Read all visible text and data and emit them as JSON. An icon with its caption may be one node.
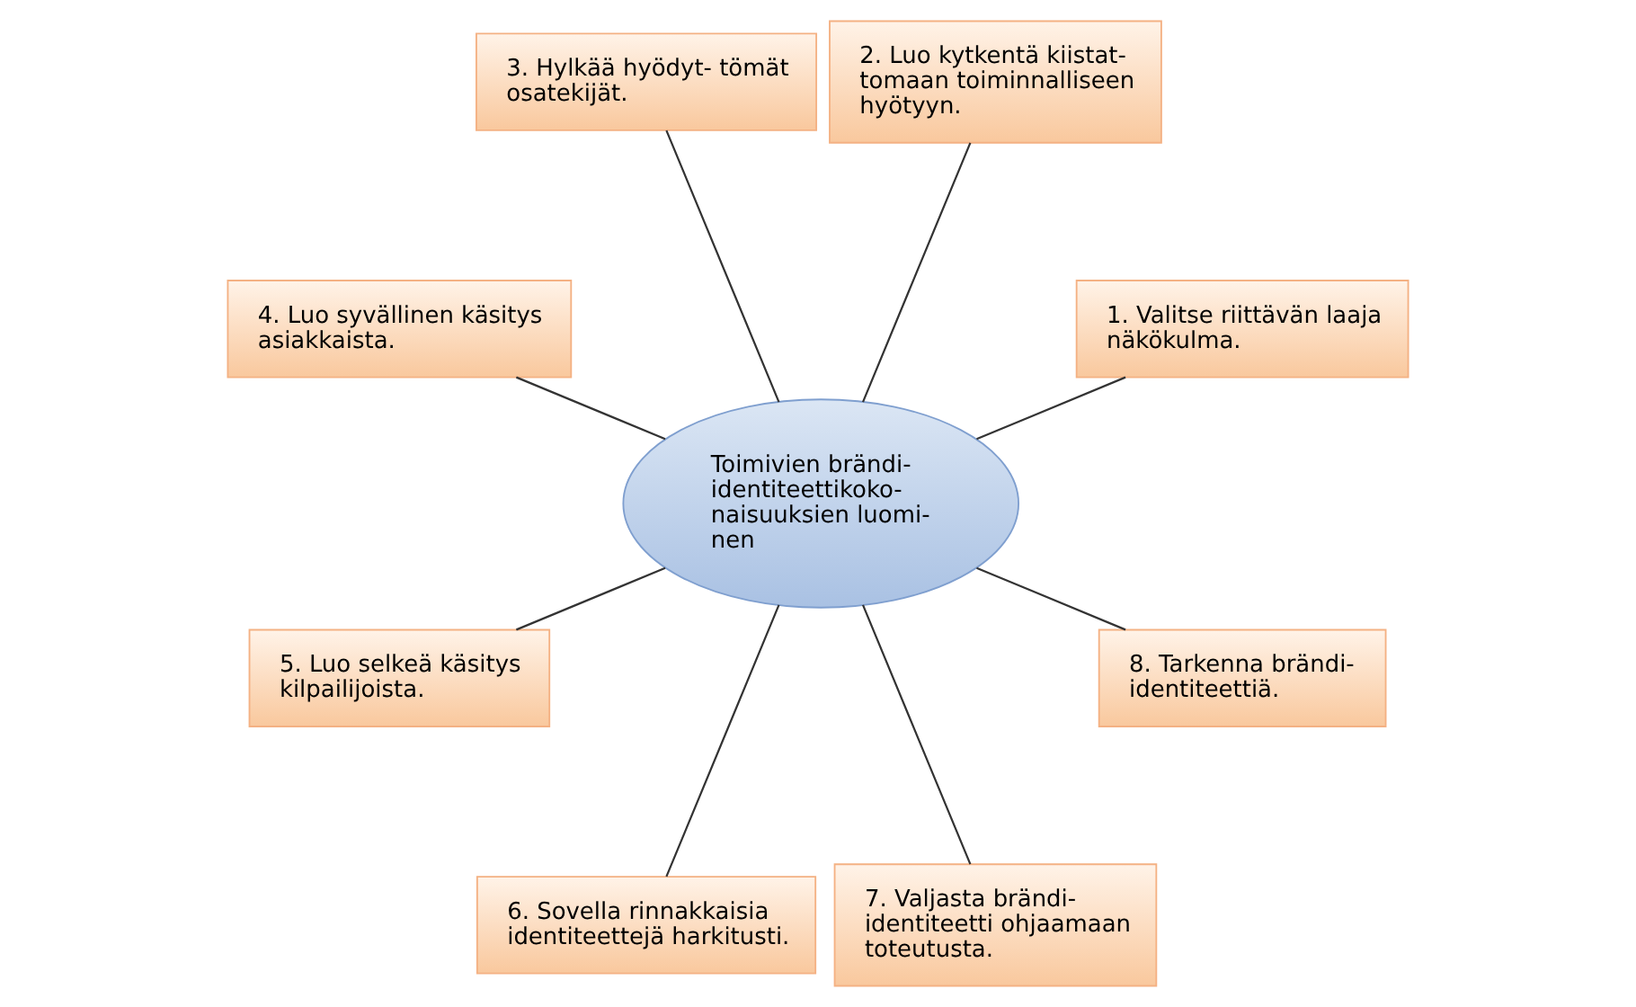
{
  "diagram": {
    "nodes": [
      {
        "text": [
          "Toimivien brändi- identiteettikoko- naisuuksien luomi- nen"
        ]
      },
      {
        "text": [
          "1. Valitse riittävän laaja näkökulma."
        ]
      },
      {
        "text": [
          "2. Luo kytkentä kiistat- tomaan toiminnalliseen hyötyyn."
        ]
      },
      {
        "text": [
          "3. Hylkää hyödyt- tömät osatekijät."
        ]
      },
      {
        "text": [
          "4. Luo syvällinen käsitys asiakkaista."
        ]
      },
      {
        "text": [
          "5. Luo selkeä käsitys kilpailijoista."
        ]
      },
      {
        "text": [
          "6. Sovella rinnakkaisia identiteettejä harkitusti."
        ]
      },
      {
        "text": [
          "7. Valjasta brändi- identiteetti ohjaamaan toteutusta."
        ]
      },
      {
        "text": [
          "8. Tarkenna brändi- identiteettiä."
        ]
      }
    ],
    "edges": [
      {
        "from": 0,
        "to": 1,
        "arrow": "none"
      },
      {
        "from": 0,
        "to": 2,
        "arrow": "none"
      },
      {
        "from": 0,
        "to": 3,
        "arrow": "none"
      },
      {
        "from": 0,
        "to": 4,
        "arrow": "none"
      },
      {
        "from": 0,
        "to": 5,
        "arrow": "none"
      },
      {
        "from": 0,
        "to": 6,
        "arrow": "none"
      },
      {
        "from": 0,
        "to": 7,
        "arrow": "none"
      },
      {
        "from": 0,
        "to": 8,
        "arrow": "none"
      }
    ]
  }
}
